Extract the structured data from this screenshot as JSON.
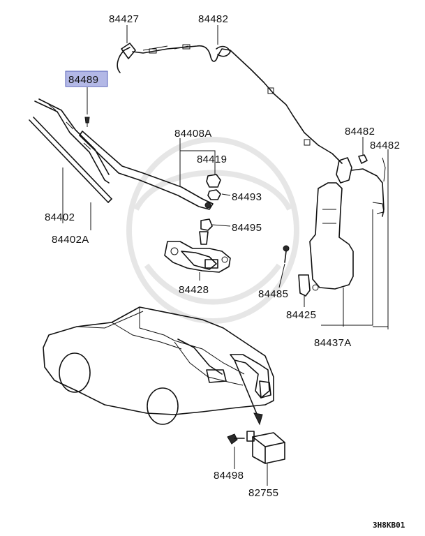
{
  "diagram": {
    "highlighted_part": "84489",
    "highlight_color": "#b3b8e6",
    "code": "3H8KB01",
    "labels": {
      "p84427": "84427",
      "p84482a": "84482",
      "p84489": "84489",
      "p84408a": "84408A",
      "p84419": "84419",
      "p84493": "84493",
      "p84495": "84495",
      "p84402": "84402",
      "p84402a": "84402A",
      "p84428": "84428",
      "p84482b": "84482",
      "p84482c": "84482",
      "p84485": "84485",
      "p84425": "84425",
      "p84437a": "84437A",
      "p84498": "84498",
      "p82755": "82755"
    }
  }
}
